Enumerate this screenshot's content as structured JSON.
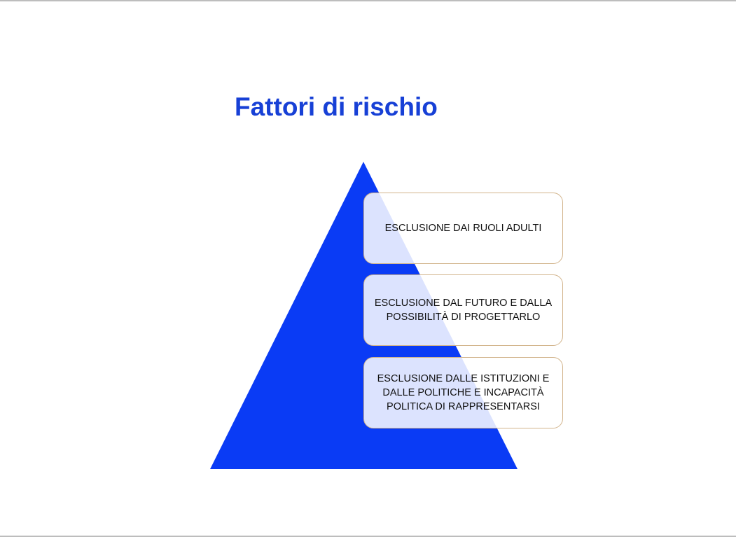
{
  "slide": {
    "title": "Fattori di rischio",
    "pyramid_color": "#0a3bf5",
    "items": [
      {
        "label": "ESCLUSIONE DAI RUOLI ADULTI"
      },
      {
        "label": "ESCLUSIONE DAL FUTURO E DALLA POSSIBILITÀ DI PROGETTARLO"
      },
      {
        "label": "ESCLUSIONE DALLE ISTITUZIONI E DALLE POLITICHE E INCAPACITÀ POLITICA DI RAPPRESENTARSI"
      }
    ]
  }
}
